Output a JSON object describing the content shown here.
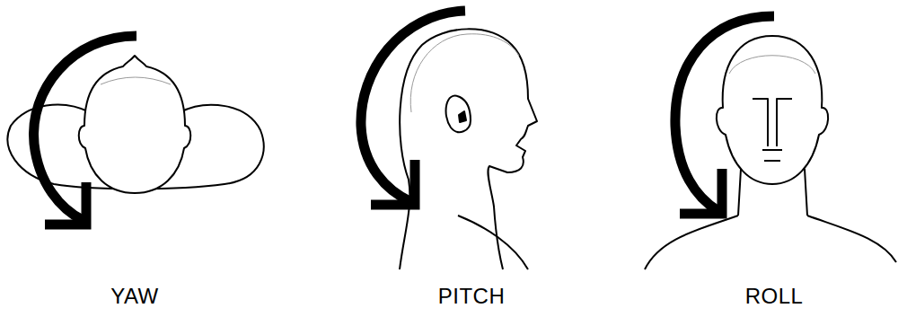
{
  "diagram": {
    "labels": [
      "YAW",
      "PITCH",
      "ROLL"
    ]
  }
}
